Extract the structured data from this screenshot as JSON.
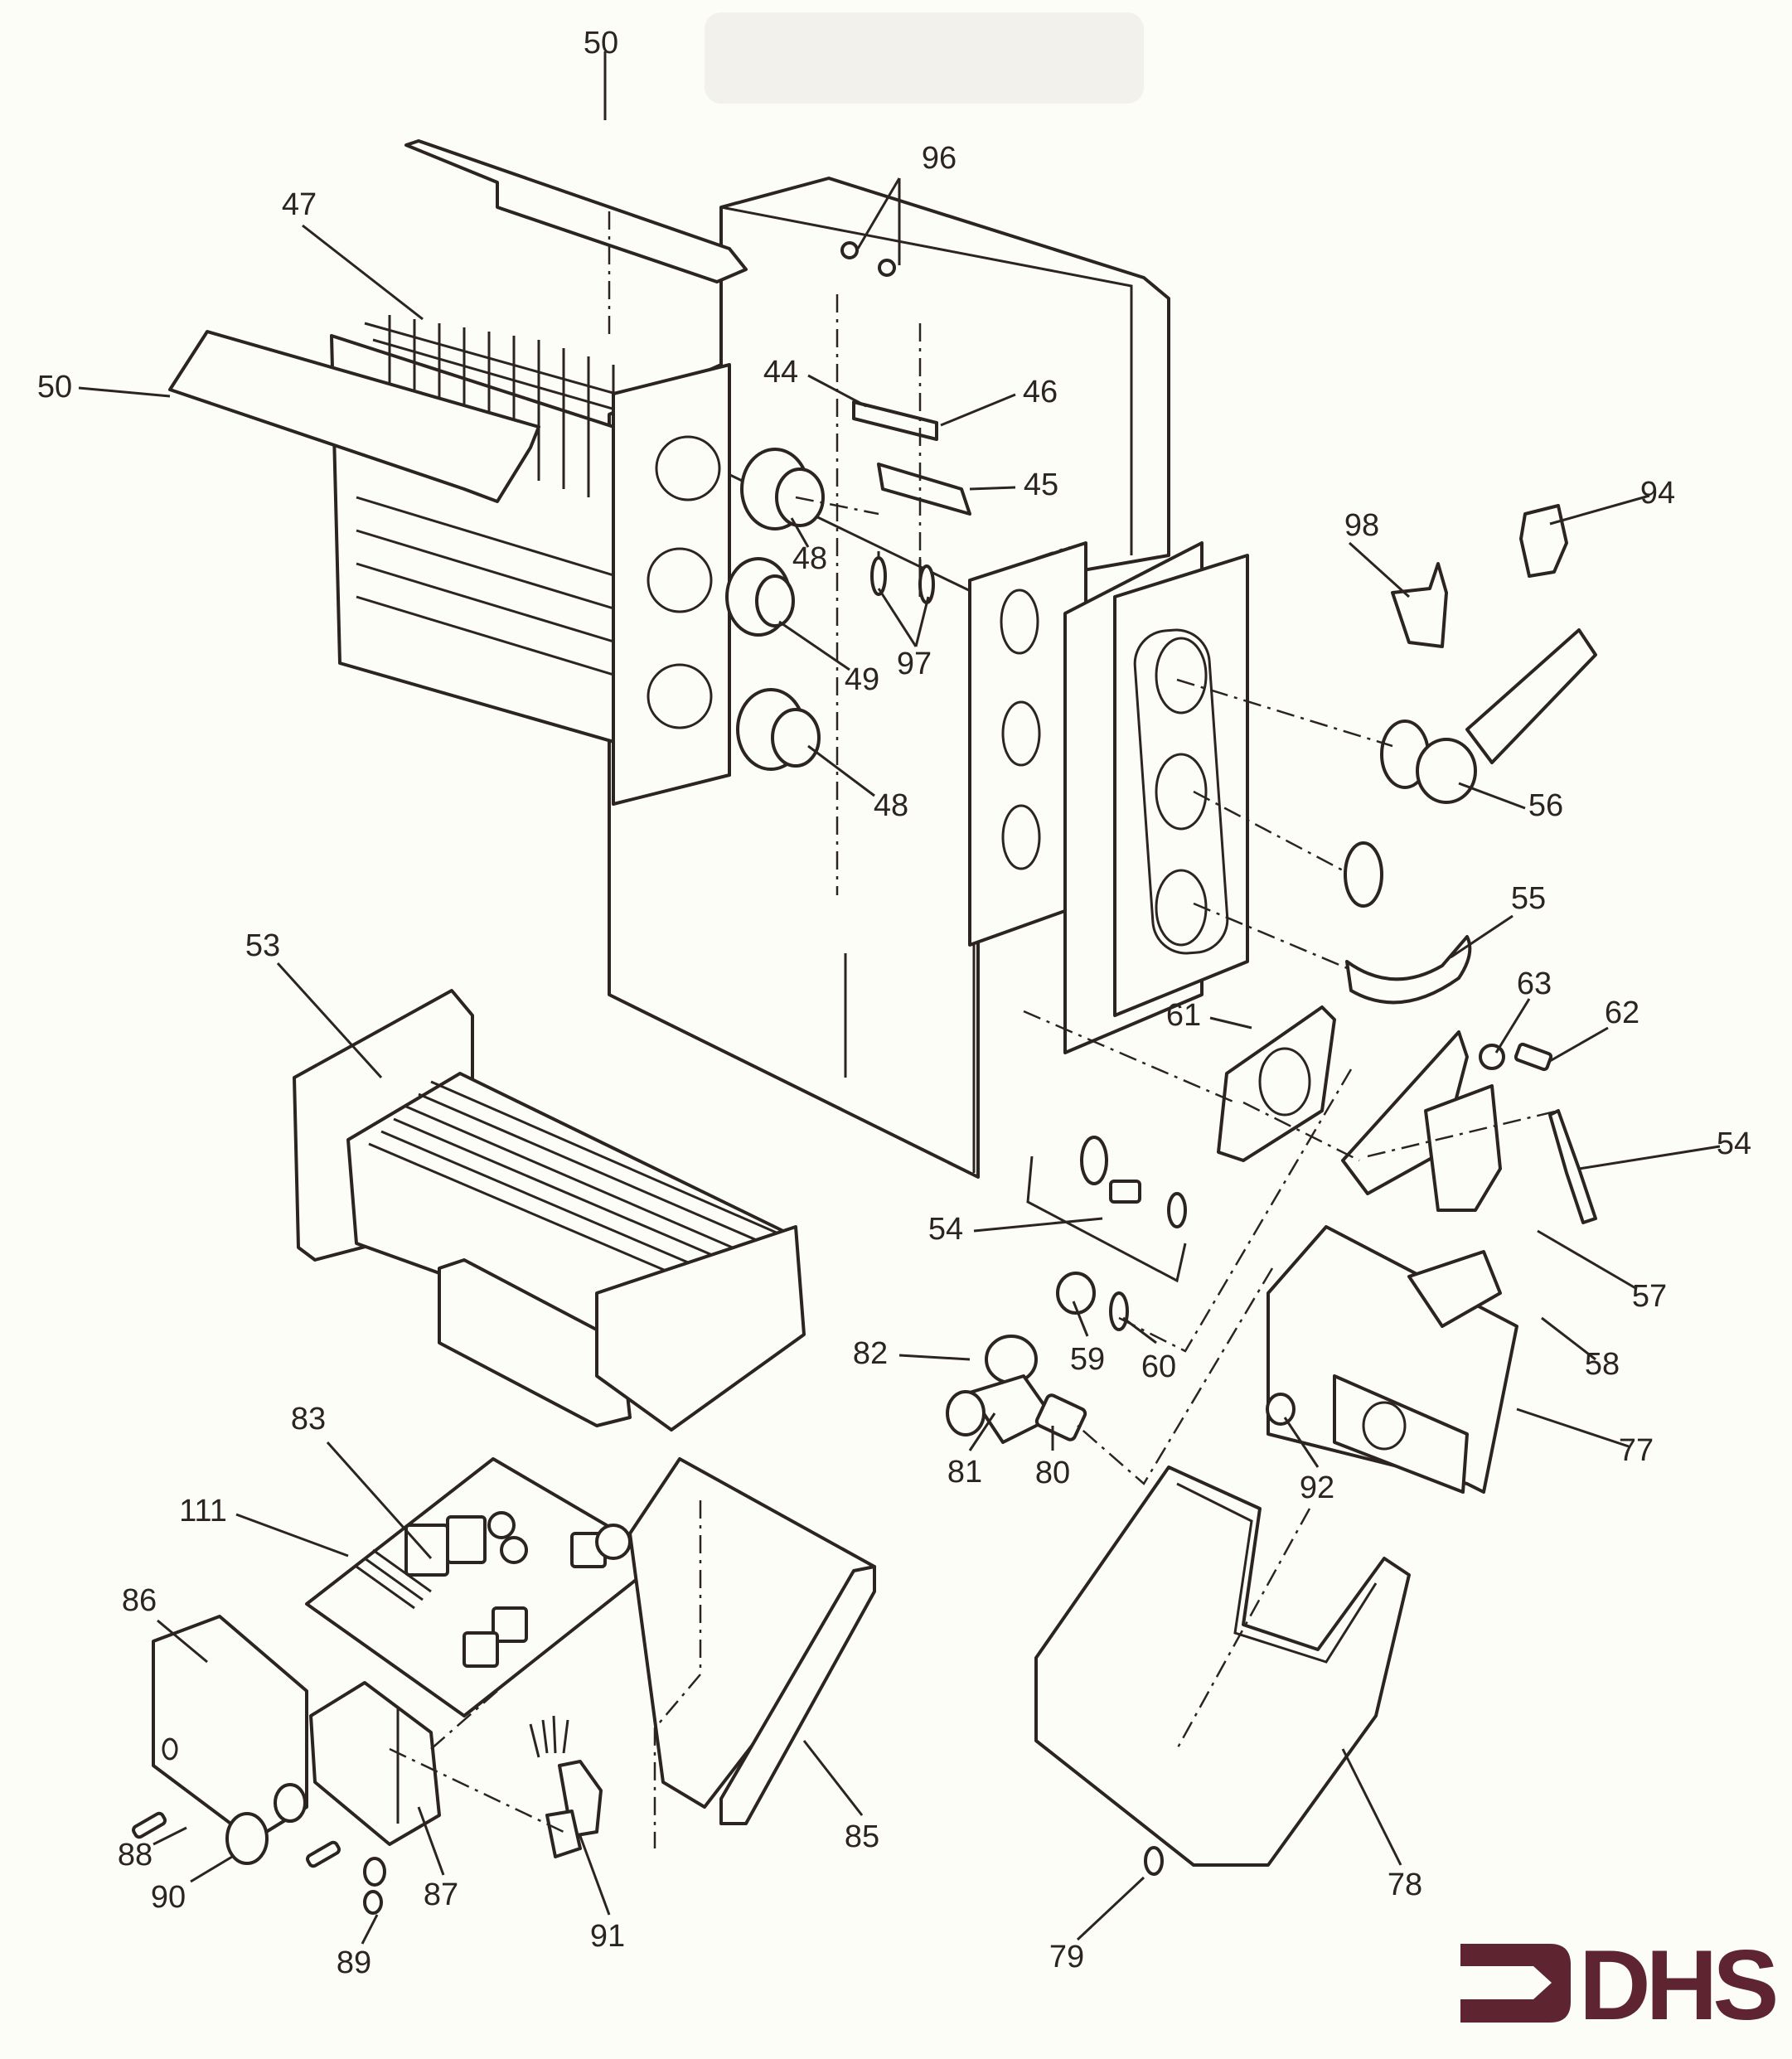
{
  "diagram": {
    "title": "Water heater exploded parts diagram",
    "brand": {
      "text": "DHS",
      "color": "#5e2530"
    },
    "line_color": "#2b2420",
    "paper_color": "#fdfdf7",
    "callouts": [
      {
        "id": "c50a",
        "label": "50",
        "part": "top-baffle"
      },
      {
        "id": "c96",
        "label": "96",
        "part": "cabinet-screws-top"
      },
      {
        "id": "c47",
        "label": "47",
        "part": "heat-exchanger"
      },
      {
        "id": "c50b",
        "label": "50",
        "part": "front-baffle"
      },
      {
        "id": "c44",
        "label": "44",
        "part": "terminal-block-bracket"
      },
      {
        "id": "c46",
        "label": "46",
        "part": "terminal-block-upper"
      },
      {
        "id": "c45",
        "label": "45",
        "part": "terminal-block-lower"
      },
      {
        "id": "c94",
        "label": "94",
        "part": "switch"
      },
      {
        "id": "c98",
        "label": "98",
        "part": "thermostat-switch"
      },
      {
        "id": "c48a",
        "label": "48",
        "part": "union-fitting-upper"
      },
      {
        "id": "c97",
        "label": "97",
        "part": "mounting-screws"
      },
      {
        "id": "c49",
        "label": "49",
        "part": "union-fitting-middle"
      },
      {
        "id": "c48b",
        "label": "48",
        "part": "union-fitting-lower"
      },
      {
        "id": "c56",
        "label": "56",
        "part": "elbow-pipe"
      },
      {
        "id": "c55",
        "label": "55",
        "part": "curved-pipe"
      },
      {
        "id": "c53",
        "label": "53",
        "part": "burner-assembly"
      },
      {
        "id": "c63",
        "label": "63",
        "part": "nut"
      },
      {
        "id": "c62",
        "label": "62",
        "part": "screw"
      },
      {
        "id": "c61",
        "label": "61",
        "part": "gasket"
      },
      {
        "id": "c54a",
        "label": "54",
        "part": "electrode-right"
      },
      {
        "id": "c54b",
        "label": "54",
        "part": "electrode-kit"
      },
      {
        "id": "c57",
        "label": "57",
        "part": "manifold"
      },
      {
        "id": "c82",
        "label": "82",
        "part": "gas-fitting"
      },
      {
        "id": "c59",
        "label": "59",
        "part": "orifice"
      },
      {
        "id": "c60",
        "label": "60",
        "part": "washer"
      },
      {
        "id": "c58",
        "label": "58",
        "part": "bracket"
      },
      {
        "id": "c77",
        "label": "77",
        "part": "gas-valve"
      },
      {
        "id": "c81",
        "label": "81",
        "part": "inlet-nut"
      },
      {
        "id": "c80",
        "label": "80",
        "part": "inlet-nipple"
      },
      {
        "id": "c92",
        "label": "92",
        "part": "valve-knob"
      },
      {
        "id": "c83",
        "label": "83",
        "part": "control-board"
      },
      {
        "id": "c111",
        "label": "111",
        "part": "board-connector"
      },
      {
        "id": "c86",
        "label": "86",
        "part": "control-box-cover"
      },
      {
        "id": "c85",
        "label": "85",
        "part": "control-box-tray"
      },
      {
        "id": "c78",
        "label": "78",
        "part": "valve-cover"
      },
      {
        "id": "c88",
        "label": "88",
        "part": "cover-screw"
      },
      {
        "id": "c90",
        "label": "90",
        "part": "control-knob"
      },
      {
        "id": "c87",
        "label": "87",
        "part": "control-bracket"
      },
      {
        "id": "c91",
        "label": "91",
        "part": "selector-switch"
      },
      {
        "id": "c89",
        "label": "89",
        "part": "bracket-screw"
      },
      {
        "id": "c79",
        "label": "79",
        "part": "cover-screw-bottom"
      }
    ]
  }
}
